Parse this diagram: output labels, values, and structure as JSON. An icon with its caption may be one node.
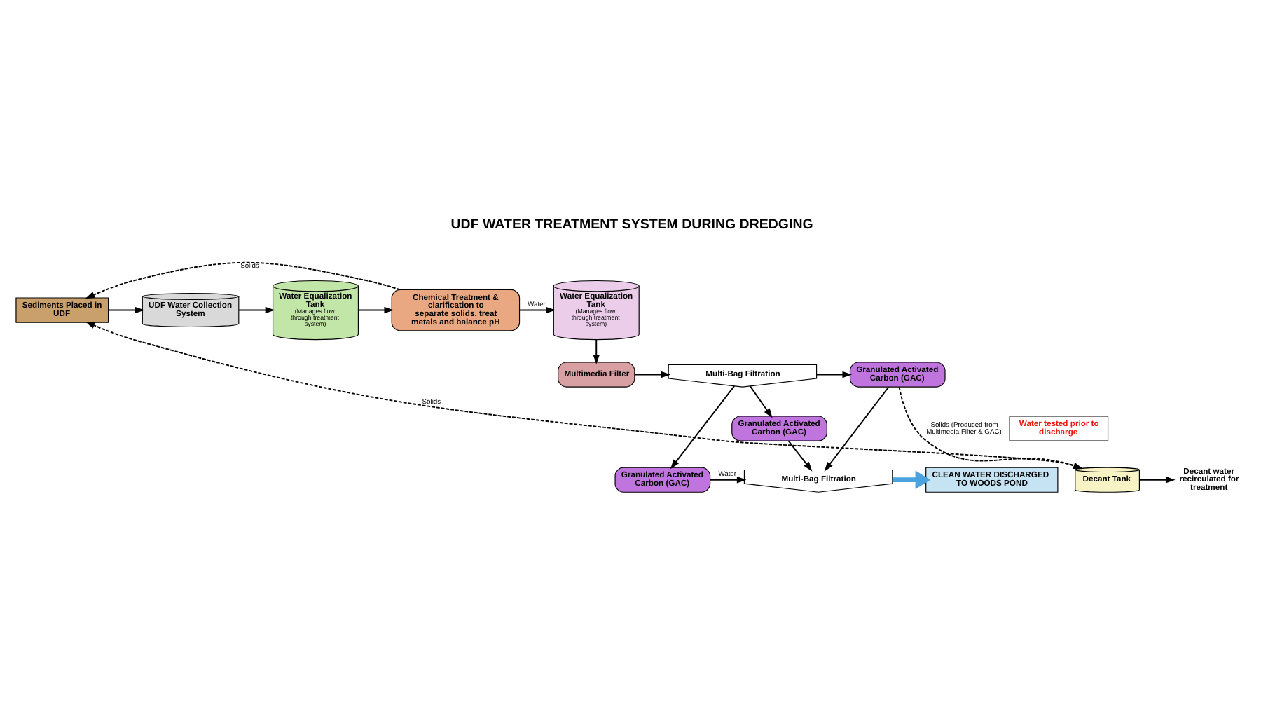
{
  "diagram": {
    "title": "UDF WATER TREATMENT SYSTEM DURING DREDGING",
    "nodes": [
      {
        "text": [
          "Sediments Placed in UDF"
        ]
      },
      {
        "text": [
          "UDF Water Collection System"
        ]
      },
      {
        "text": [
          "Water Equalization Tank",
          "(Manages flow through treatment system)"
        ]
      },
      {
        "text": [
          "Chemical Treatment & clarification to separate solids, treat metals and balance pH"
        ]
      },
      {
        "text": [
          "Water Equalization Tank",
          "(Manages flow through treatment system)"
        ]
      },
      {
        "text": [
          "Multimedia Filter"
        ]
      },
      {
        "text": [
          "Multi-Bag Filtration"
        ]
      },
      {
        "text": [
          "Granulated Activated Carbon (GAC)"
        ]
      },
      {
        "text": [
          "Granulated Activated Carbon (GAC)"
        ]
      },
      {
        "text": [
          "Granulated Activated Carbon (GAC)"
        ]
      },
      {
        "text": [
          "Decant Tank"
        ]
      },
      {
        "text": [
          "Decant water recirculated for treatment"
        ]
      },
      {
        "text": [
          "Multi-Bag Filtration"
        ]
      },
      {
        "text": [
          "CLEAN WATER DISCHARGED TO WOODS POND"
        ]
      },
      {
        "text": [
          "Water tested prior to discharge"
        ]
      }
    ],
    "edges": [
      {
        "from": 0,
        "to": 1,
        "arrow": "to"
      },
      {
        "from": 1,
        "to": 2,
        "arrow": "to"
      },
      {
        "from": 2,
        "to": 3,
        "arrow": "to"
      },
      {
        "from": 3,
        "to": 4,
        "arrow": "to",
        "label": "Water"
      },
      {
        "from": 3,
        "to": 0,
        "arrow": "to",
        "label": "Solids",
        "style": "dashed"
      },
      {
        "from": 4,
        "to": 5,
        "arrow": "to"
      },
      {
        "from": 5,
        "to": 6,
        "arrow": "to"
      },
      {
        "from": 6,
        "to": 7,
        "arrow": "to"
      },
      {
        "from": 6,
        "to": 8,
        "arrow": "to"
      },
      {
        "from": 6,
        "to": 9,
        "arrow": "to"
      },
      {
        "from": 7,
        "to": 10,
        "arrow": "to",
        "label": "Solids (Produced from Multimedia Filter & GAC)",
        "style": "dashed"
      },
      {
        "from": 10,
        "to": 0,
        "arrow": "to",
        "label": "Solids",
        "style": "dashed"
      },
      {
        "from": 10,
        "to": 11,
        "arrow": "to"
      },
      {
        "from": 7,
        "to": 12,
        "arrow": "to"
      },
      {
        "from": 8,
        "to": 12,
        "arrow": "to",
        "label": "Water"
      },
      {
        "from": 9,
        "to": 12,
        "arrow": "to"
      },
      {
        "from": 12,
        "to": 13,
        "arrow": "to",
        "style": "thick",
        "color": "#4aa3df"
      }
    ]
  }
}
